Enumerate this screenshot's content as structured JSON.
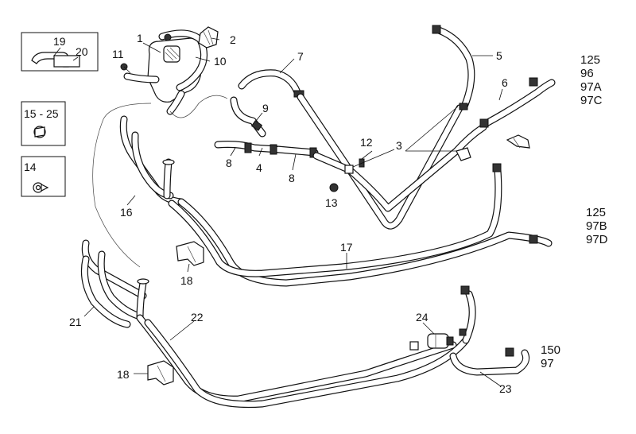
{
  "diagram": {
    "part_labels": [
      "1",
      "2",
      "3",
      "4",
      "5",
      "6",
      "7",
      "8",
      "8",
      "9",
      "10",
      "11",
      "12",
      "13",
      "14",
      "15 - 25",
      "16",
      "17",
      "18",
      "18",
      "19",
      "20",
      "21",
      "22",
      "23",
      "24"
    ],
    "variant_groups": [
      [
        "125",
        "96",
        "97A",
        "97C"
      ],
      [
        "125",
        "97B",
        "97D"
      ],
      [
        "150",
        "97"
      ]
    ]
  }
}
